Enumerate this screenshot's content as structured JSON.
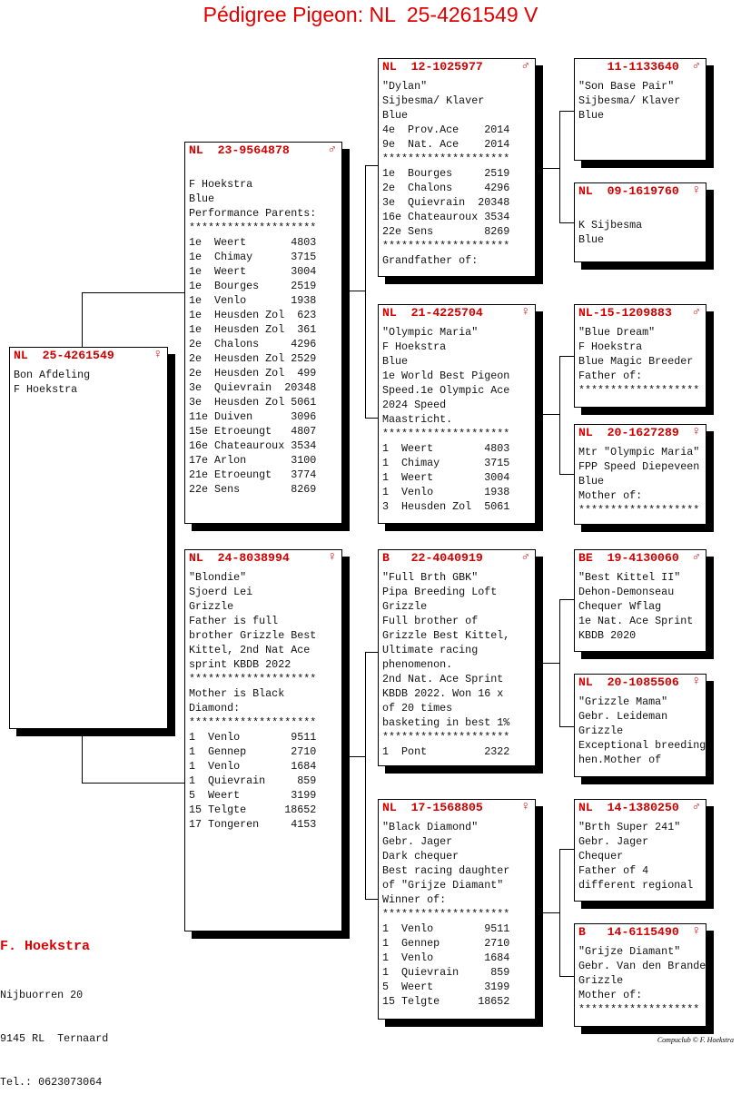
{
  "title": "Pédigree Pigeon: NL  25-4261549 V",
  "colors": {
    "accent": "#e00000",
    "shadow": "#000000"
  },
  "pigeons": {
    "subject": {
      "country": "NL",
      "ring": "25-4261549",
      "sex": "♀",
      "lines": [
        "Bon Afdeling",
        "F Hoekstra"
      ]
    },
    "sire": {
      "country": "NL",
      "ring": "23-9564878",
      "sex": "♂",
      "lines": [
        "",
        "F Hoekstra",
        "Blue",
        "Performance Parents:",
        "********************",
        "1e  Weert       4803",
        "1e  Chimay      3715",
        "1e  Weert       3004",
        "1e  Bourges     2519",
        "1e  Venlo       1938",
        "1e  Heusden Zol  623",
        "1e  Heusden Zol  361",
        "2e  Chalons     4296",
        "2e  Heusden Zol 2529",
        "2e  Heusden Zol  499",
        "3e  Quievrain  20348",
        "3e  Heusden Zol 5061",
        "11e Duiven      3096",
        "15e Etroeungt   4807",
        "16e Chateauroux 3534",
        "17e Arlon       3100",
        "21e Etroeungt   3774",
        "22e Sens        8269"
      ]
    },
    "dam": {
      "country": "NL",
      "ring": "24-8038994",
      "sex": "♀",
      "lines": [
        "\"Blondie\"",
        "Sjoerd Lei",
        "Grizzle",
        "Father is full",
        "brother Grizzle Best",
        "Kittel, 2nd Nat Ace",
        "sprint KBDB 2022",
        "********************",
        "Mother is Black",
        "Diamond:",
        "********************",
        "1  Venlo        9511",
        "1  Gennep       2710",
        "1  Venlo        1684",
        "1  Quievrain     859",
        "5  Weert        3199",
        "15 Telgte      18652",
        "17 Tongeren     4153"
      ]
    },
    "ss": {
      "country": "NL",
      "ring": "12-1025977",
      "sex": "♂",
      "lines": [
        "\"Dylan\"",
        "Sijbesma/ Klaver",
        "Blue",
        "4e  Prov.Ace    2014",
        "9e  Nat. Ace    2014",
        "********************",
        "1e  Bourges     2519",
        "2e  Chalons     4296",
        "3e  Quievrain  20348",
        "16e Chateauroux 3534",
        "22e Sens        8269",
        "********************",
        "Grandfather of:"
      ]
    },
    "sd": {
      "country": "NL",
      "ring": "21-4225704",
      "sex": "♀",
      "lines": [
        "\"Olympic Maria\"",
        "F Hoekstra",
        "Blue",
        "1e World Best Pigeon",
        "Speed.1e Olympic Ace",
        "2024 Speed",
        "Maastricht.",
        "********************",
        "1  Weert        4803",
        "1  Chimay       3715",
        "1  Weert        3004",
        "1  Venlo        1938",
        "3  Heusden Zol  5061"
      ]
    },
    "ds": {
      "country": "B",
      "ring": "22-4040919",
      "sex": "♂",
      "lines": [
        "\"Full Brth GBK\"",
        "Pipa Breeding Loft",
        "Grizzle",
        "Full brother of",
        "Grizzle Best Kittel,",
        "Ultimate racing",
        "phenomenon.",
        "2nd Nat. Ace Sprint",
        "KBDB 2022. Won 16 x",
        "of 20 times",
        "basketing in best 1%",
        "********************",
        "1  Pont         2322"
      ]
    },
    "dd": {
      "country": "NL",
      "ring": "17-1568805",
      "sex": "♀",
      "lines": [
        "\"Black Diamond\"",
        "Gebr. Jager",
        "Dark chequer",
        "Best racing daughter",
        "of \"Grijze Diamant\"",
        "Winner of:",
        "********************",
        "1  Venlo        9511",
        "1  Gennep       2710",
        "1  Venlo        1684",
        "1  Quievrain     859",
        "5  Weert        3199",
        "15 Telgte      18652"
      ]
    },
    "sss": {
      "country": "",
      "ring": "11-1133640",
      "sex": "♂",
      "lines": [
        "\"Son Base Pair\"",
        "Sijbesma/ Klaver",
        "Blue"
      ]
    },
    "ssd": {
      "country": "NL",
      "ring": "09-1619760",
      "sex": "♀",
      "lines": [
        "",
        "K Sijbesma",
        "Blue"
      ]
    },
    "sds": {
      "country": "",
      "ring": "NL-15-1209883",
      "sex": "♂",
      "lines": [
        "\"Blue Dream\"",
        "F Hoekstra",
        "Blue Magic Breeder",
        "Father of:",
        "*******************"
      ]
    },
    "sdd": {
      "country": "NL",
      "ring": "20-1627289",
      "sex": "♀",
      "lines": [
        "Mtr \"Olympic Maria\"",
        "FPP Speed Diepeveen",
        "Blue",
        "Mother of:",
        "*******************"
      ]
    },
    "dss": {
      "country": "BE",
      "ring": "19-4130060",
      "sex": "♂",
      "lines": [
        "\"Best Kittel II\"",
        "Dehon-Demonseau",
        "Chequer Wflag",
        "1e Nat. Ace Sprint",
        "KBDB 2020"
      ]
    },
    "dsd": {
      "country": "NL",
      "ring": "20-1085506",
      "sex": "♀",
      "lines": [
        "\"Grizzle Mama\"",
        "Gebr. Leideman",
        "Grizzle",
        "Exceptional breeding",
        "hen.Mother of"
      ]
    },
    "dds": {
      "country": "NL",
      "ring": "14-1380250",
      "sex": "♂",
      "lines": [
        "\"Brth Super 241\"",
        "Gebr. Jager",
        "Chequer",
        "Father of 4",
        "different regional"
      ]
    },
    "ddd": {
      "country": "B",
      "ring": "14-6115490",
      "sex": "♀",
      "lines": [
        "\"Grijze Diamant\"",
        "Gebr. Van den Brande",
        "Grizzle",
        "Mother of:",
        "*******************"
      ]
    }
  },
  "owner": {
    "name": "F. Hoekstra",
    "address": [
      "Nijbuorren 20",
      "9145 RL  Ternaard",
      "Tel.: 0623073064"
    ]
  },
  "copyright": "Compuclub © F. Hoekstra"
}
